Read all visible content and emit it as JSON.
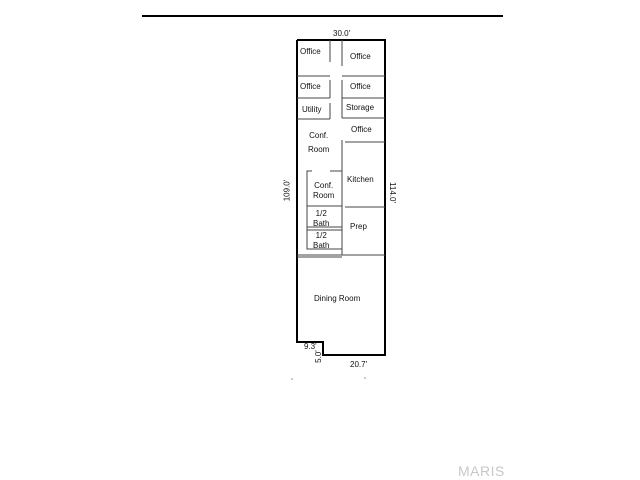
{
  "rooms": {
    "office_1": "Office",
    "office_2": "Office",
    "office_3": "Office",
    "office_4": "Office",
    "office_5": "Office",
    "utility": "Utility",
    "storage": "Storage",
    "conf_room_1_line1": "Conf.",
    "conf_room_1_line2": "Room",
    "conf_room_2_line1": "Conf.",
    "conf_room_2_line2": "Room",
    "kitchen": "Kitchen",
    "half_bath_1_line1": "1/2",
    "half_bath_1_line2": "Bath",
    "half_bath_2_line1": "1/2",
    "half_bath_2_line2": "Bath",
    "prep": "Prep",
    "dining_room": "Dining Room"
  },
  "dimensions": {
    "top_width": "30.0'",
    "left_length": "109.0'",
    "right_length": "114.0'",
    "notch_width": "9.3'",
    "notch_depth": "5.0'",
    "bottom_width": "20.7'"
  },
  "watermark": "MARIS"
}
